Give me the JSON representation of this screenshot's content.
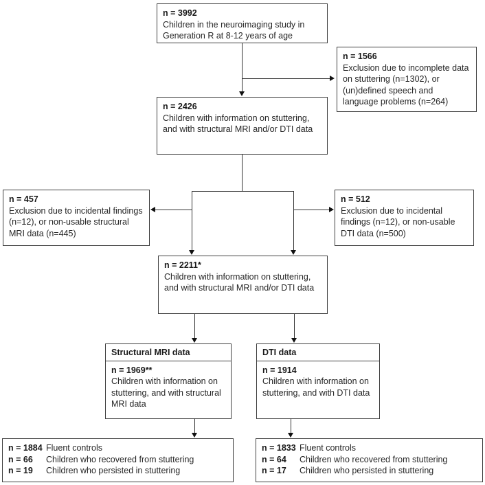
{
  "figure": {
    "boxes": {
      "top": {
        "n": "n = 3992",
        "text": "Children in the neuroimaging study in Generation R at 8-12 years of age"
      },
      "exclusion_incomplete": {
        "n": "n = 1566",
        "text": "Exclusion due to incomplete data on stuttering (n=1302), or (un)defined speech and language problems (n=264)"
      },
      "eligible_2426": {
        "n": "n = 2426",
        "text": "Children with information on stuttering, and with structural MRI and/or DTI data"
      },
      "exclusion_mri": {
        "n": "n = 457",
        "text": "Exclusion due to incidental findings (n=12), or non-usable structural MRI data (n=445)"
      },
      "exclusion_dti": {
        "n": "n = 512",
        "text": "Exclusion due to incidental findings (n=12), or non-usable DTI data (n=500)"
      },
      "eligible_2211": {
        "n": "n = 2211*",
        "text": "Children with information on stuttering, and with structural MRI and/or DTI data"
      },
      "mri_branch": {
        "header": "Structural MRI data",
        "n": "n = 1969**",
        "text": "Children with information on stuttering, and with structural MRI data"
      },
      "dti_branch": {
        "header": "DTI data",
        "n": "n = 1914",
        "text": "Children with information on stuttering, and with DTI data"
      },
      "mri_outcomes": {
        "rows": [
          {
            "n": "n = 1884",
            "label": "Fluent controls"
          },
          {
            "n": "n = 66",
            "label": "Children who recovered from stuttering"
          },
          {
            "n": "n = 19",
            "label": "Children who persisted in stuttering"
          }
        ]
      },
      "dti_outcomes": {
        "rows": [
          {
            "n": "n = 1833",
            "label": "Fluent controls"
          },
          {
            "n": "n = 64",
            "label": "Children who recovered from stuttering"
          },
          {
            "n": "n = 17",
            "label": "Children who persisted in stuttering"
          }
        ]
      }
    }
  }
}
